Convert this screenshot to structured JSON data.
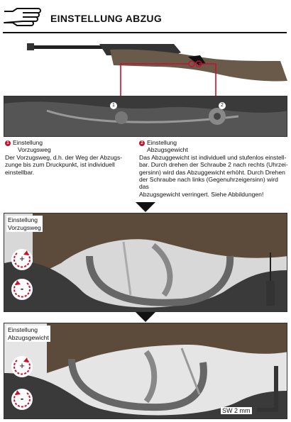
{
  "header": {
    "title": "EINSTELLUNG ABZUG",
    "icon": "pointing-hand-icon"
  },
  "callouts": {
    "one": "1",
    "two": "2"
  },
  "captions": {
    "left": {
      "heading_line1": "Einstellung",
      "heading_line2": "Vorzugsweg",
      "body_lines": [
        "Der Vorzugsweg, d.h. der Weg der Abzugs-",
        "zunge bis zum Druckpunkt, ist individuell",
        "einstellbar."
      ]
    },
    "right": {
      "heading_line1": "Einstellung",
      "heading_line2": "Abzugsgewicht",
      "body_lines": [
        "Das Abzuggewicht ist individuell und stufenlos einstell-",
        "bar. Durch drehen der Schraube 2 nach rechts (Uhrzei-",
        "gersinn) wird das Abzuggewicht erhöht. Durch Drehen",
        "der Schraube nach links (Gegenuhrzeigersinn) wird das",
        "Abzugsgewicht verringert. Siehe Abbildungen!"
      ]
    }
  },
  "panel_vorzugsweg": {
    "label_line1": "Einstellung",
    "label_line2": "Vorzugsweg",
    "plus": "+",
    "minus": "-"
  },
  "panel_abzugsgewicht": {
    "label_line1": "Einstellung",
    "label_line2": "Abzugsgewicht",
    "plus": "+",
    "minus": "-",
    "tool_size": "SW 2 mm"
  },
  "colors": {
    "accent": "#c8102e",
    "dark": "#2b2b2b"
  }
}
